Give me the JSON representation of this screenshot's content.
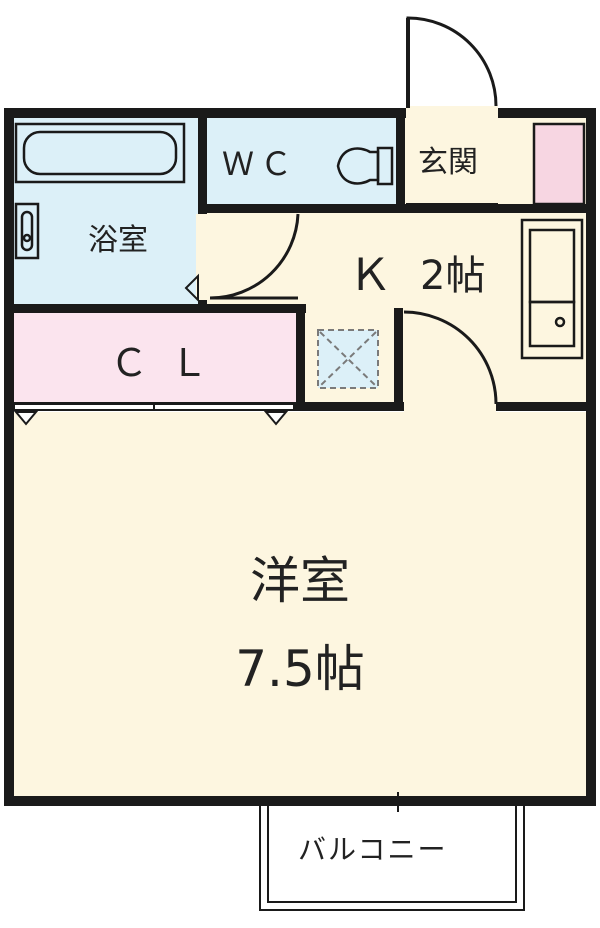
{
  "rooms": {
    "bath": {
      "label": "浴室",
      "color": "#dcf0f8"
    },
    "wc": {
      "label": "ＷＣ",
      "color": "#dcf0f8"
    },
    "genkan": {
      "label": "玄関",
      "color": "#fdf6e0"
    },
    "kitchen": {
      "label": "Ｋ",
      "size": "2帖",
      "color": "#fdf6e0"
    },
    "closet": {
      "label": "ＣＬ",
      "color": "#fbe4ee"
    },
    "western": {
      "label": "洋室",
      "size": "7.5帖",
      "color": "#fdf6e0"
    },
    "balcony": {
      "label": "バルコニー"
    }
  },
  "colors": {
    "wall": "#1a1a1a",
    "shoe_box": "#f7d6e2"
  }
}
